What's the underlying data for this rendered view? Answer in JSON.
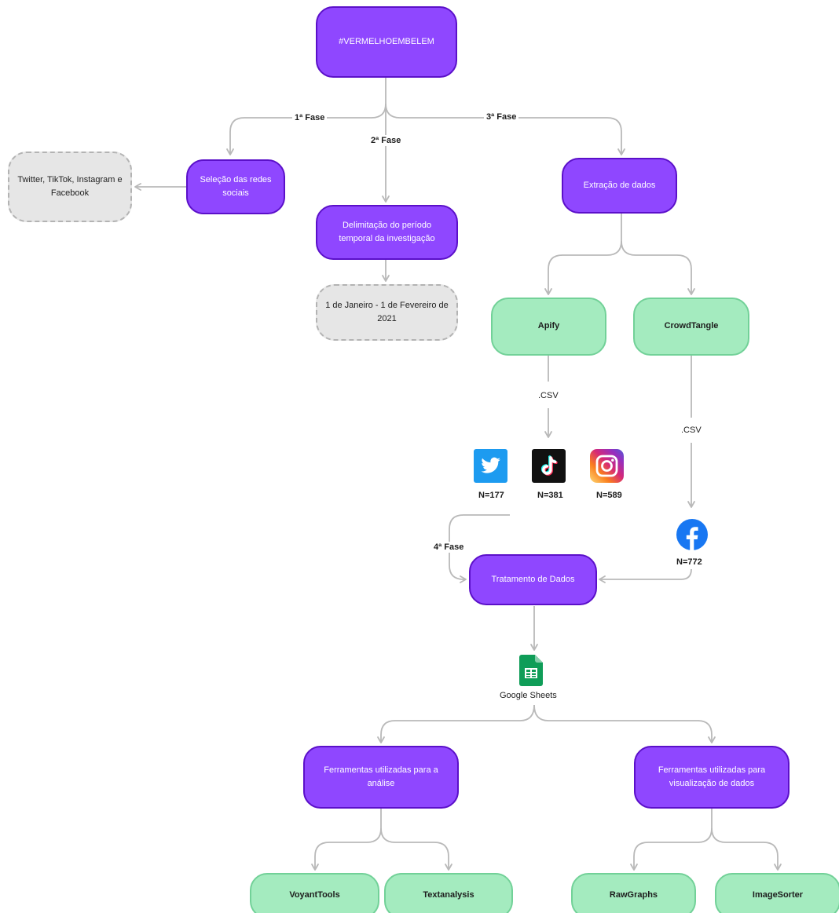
{
  "nodes": {
    "hashtag": "#VERMELHOEMBELEM",
    "social_selection": "Seleção das redes sociais",
    "networks": "Twitter, TikTok, Instagram e Facebook",
    "period": "Delimitação do período temporal da investigação",
    "dates": "1 de Janeiro - 1 de Fevereiro de 2021",
    "extraction": "Extração de dados",
    "apify": "Apify",
    "crowdtangle": "CrowdTangle",
    "treatment": "Tratamento de Dados",
    "analysis_tools": "Ferramentas utilizadas para a análise",
    "viz_tools": "Ferramentas utilizadas para visualização de dados",
    "voyant": "VoyantTools",
    "textanalysis": "Textanalysis",
    "rawgraphs": "RawGraphs",
    "imagesorter": "ImageSorter"
  },
  "labels": {
    "phase1": "1ª Fase",
    "phase2": "2ª Fase",
    "phase3": "3ª Fase",
    "phase4": "4ª Fase",
    "csv_apify": ".CSV",
    "csv_crowdtangle": ".CSV",
    "google_sheets": "Google Sheets"
  },
  "counts": {
    "twitter": "N=177",
    "tiktok": "N=381",
    "instagram": "N=589",
    "facebook": "N=772"
  },
  "icons": [
    "twitter-icon",
    "tiktok-icon",
    "instagram-icon",
    "facebook-icon",
    "google-sheets-icon"
  ],
  "colors": {
    "purple_fill": "#8f47ff",
    "purple_border": "#5b10c9",
    "green_fill": "#a4ebbf",
    "green_border": "#72d198",
    "grey_fill": "#e6e6e6",
    "connector": "#b9b9b9"
  }
}
